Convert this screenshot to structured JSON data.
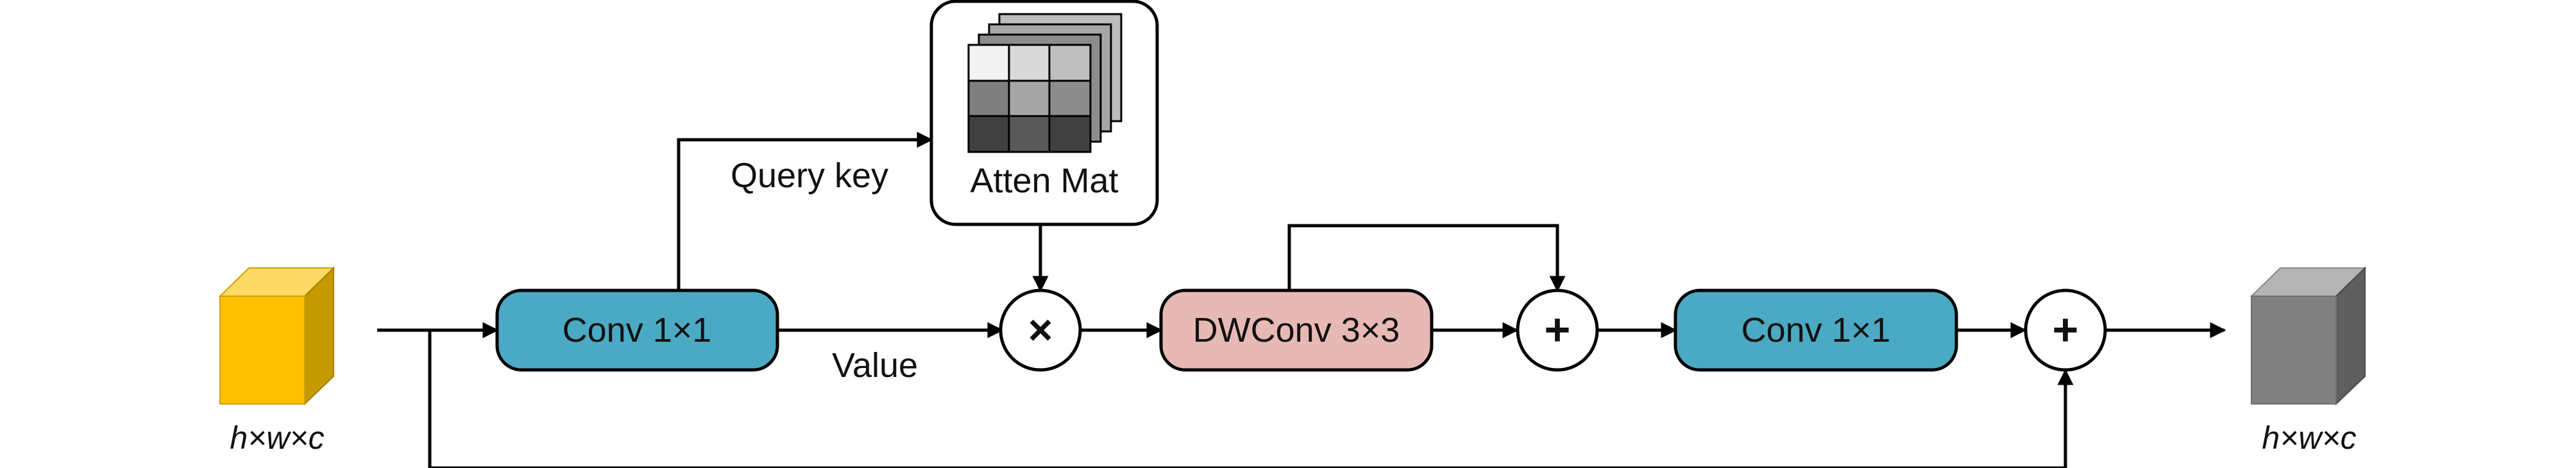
{
  "input": {
    "label": "h×w×c"
  },
  "output": {
    "label": "h×w×c"
  },
  "blocks": {
    "conv_first": "Conv 1×1",
    "dwconv": "DWConv 3×3",
    "conv_second": "Conv 1×1",
    "atten_mat": "Atten Mat"
  },
  "operators": {
    "multiply": "×",
    "add_first": "+",
    "add_second": "+"
  },
  "edges": {
    "query_key": "Query key",
    "value": "Value"
  },
  "colors": {
    "conv_fill": "#4BA9C3",
    "dwconv_fill": "#E7B9B5",
    "input_cube": "#FFC000",
    "output_cube": "#808080",
    "stroke": "#000000"
  },
  "icons": {
    "input": "feature-cube-icon",
    "output": "feature-cube-icon",
    "attention": "attention-matrix-stack-icon"
  }
}
